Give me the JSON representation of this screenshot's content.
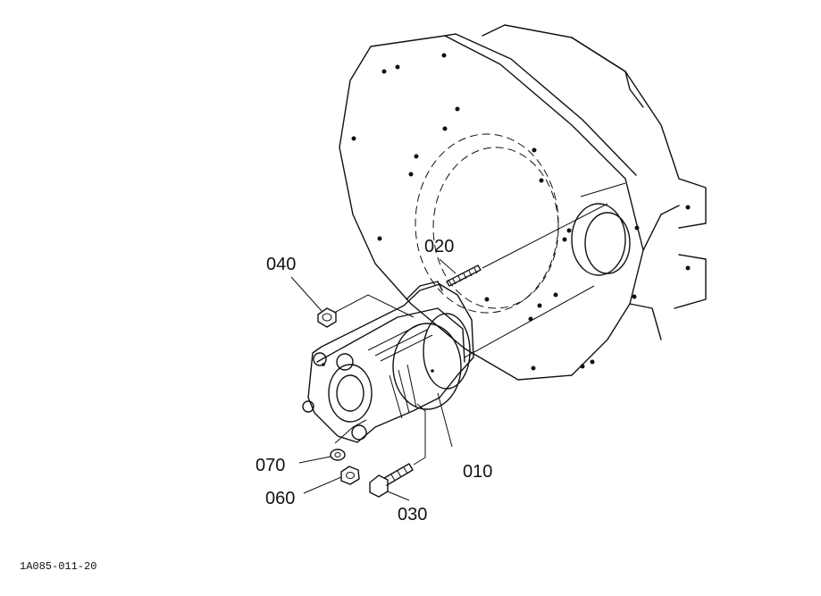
{
  "diagram": {
    "drawing_code": "1A085-011-20",
    "parts": [
      {
        "id": "part-010",
        "number": "010"
      },
      {
        "id": "part-020",
        "number": "020"
      },
      {
        "id": "part-030",
        "number": "030"
      },
      {
        "id": "part-040",
        "number": "040"
      },
      {
        "id": "part-060",
        "number": "060"
      },
      {
        "id": "part-070",
        "number": "070"
      }
    ]
  }
}
